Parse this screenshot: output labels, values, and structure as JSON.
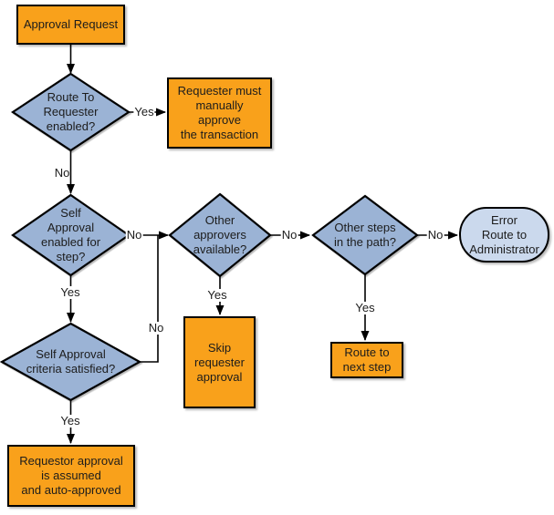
{
  "diagram": {
    "type": "flowchart",
    "colors": {
      "process_fill": "#F9A11B",
      "decision_fill": "#9BB3D5",
      "terminal_fill": "#CBD9ED",
      "line": "#000000",
      "text": "#1c1c1c"
    },
    "nodes": {
      "approval_request": {
        "label": "Approval Request",
        "type": "process"
      },
      "route_to_requester": {
        "label": "Route To\nRequester\nenabled?",
        "type": "decision"
      },
      "requester_manual": {
        "label": "Requester must\nmanually\napprove\nthe transaction",
        "type": "process"
      },
      "self_approval_enabled": {
        "label": "Self\nApproval\nenabled for\nstep?",
        "type": "decision"
      },
      "other_approvers": {
        "label": "Other\napprovers\navailable?",
        "type": "decision"
      },
      "other_steps": {
        "label": "Other steps\nin the path?",
        "type": "decision"
      },
      "error_route_admin": {
        "label": "Error\nRoute to\nAdministrator",
        "type": "terminal"
      },
      "self_approval_criteria": {
        "label": "Self Approval\ncriteria satisfied?",
        "type": "decision"
      },
      "requestor_auto_approved": {
        "label": "Requestor approval\nis assumed\nand auto-approved",
        "type": "process"
      },
      "skip_requester_approval": {
        "label": "Skip\nrequester\napproval",
        "type": "process"
      },
      "route_to_next_step": {
        "label": "Route to\nnext step",
        "type": "process"
      }
    },
    "edge_labels": {
      "route_to_requester_yes": "Yes",
      "route_to_requester_no": "No",
      "self_approval_enabled_no": "No",
      "self_approval_enabled_yes": "Yes",
      "self_approval_criteria_no": "No",
      "self_approval_criteria_yes": "Yes",
      "other_approvers_no": "No",
      "other_approvers_yes": "Yes",
      "other_steps_no": "No",
      "other_steps_yes": "Yes"
    }
  }
}
